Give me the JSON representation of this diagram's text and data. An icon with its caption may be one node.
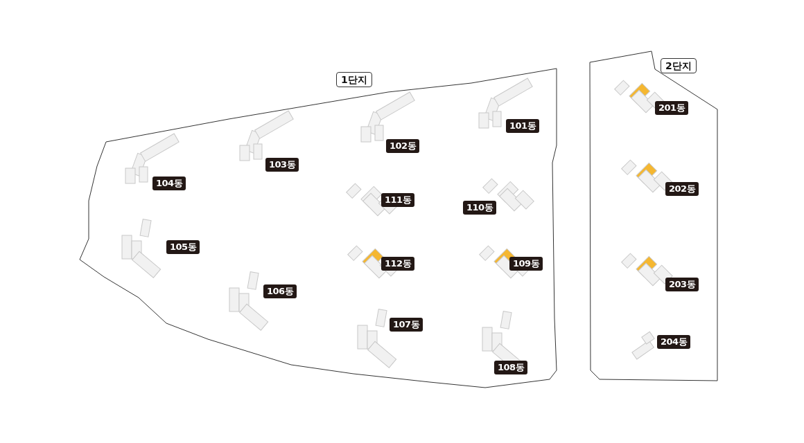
{
  "diagram": {
    "nodes": [
      {
        "text": [
          "1단지"
        ]
      },
      {
        "text": [
          "101동"
        ],
        "in": 0
      },
      {
        "text": [
          "102동"
        ],
        "in": 0
      },
      {
        "text": [
          "103동"
        ],
        "in": 0
      },
      {
        "text": [
          "104동"
        ],
        "in": 0
      },
      {
        "text": [
          "111동"
        ],
        "in": 0
      },
      {
        "text": [
          "110동"
        ],
        "in": 0
      },
      {
        "text": [
          "105동"
        ],
        "in": 0
      },
      {
        "text": [
          "112동"
        ],
        "in": 0
      },
      {
        "text": [
          "109동"
        ],
        "in": 0
      },
      {
        "text": [
          "106동"
        ],
        "in": 0
      },
      {
        "text": [
          "107동"
        ],
        "in": 0
      },
      {
        "text": [
          "108동"
        ],
        "in": 0
      },
      {
        "text": [
          "2단지"
        ]
      },
      {
        "text": [
          "201동"
        ],
        "in": 13
      },
      {
        "text": [
          "202동"
        ],
        "in": 13
      },
      {
        "text": [
          "203동"
        ],
        "in": 13
      },
      {
        "text": [
          "204동"
        ],
        "in": 13
      }
    ]
  }
}
